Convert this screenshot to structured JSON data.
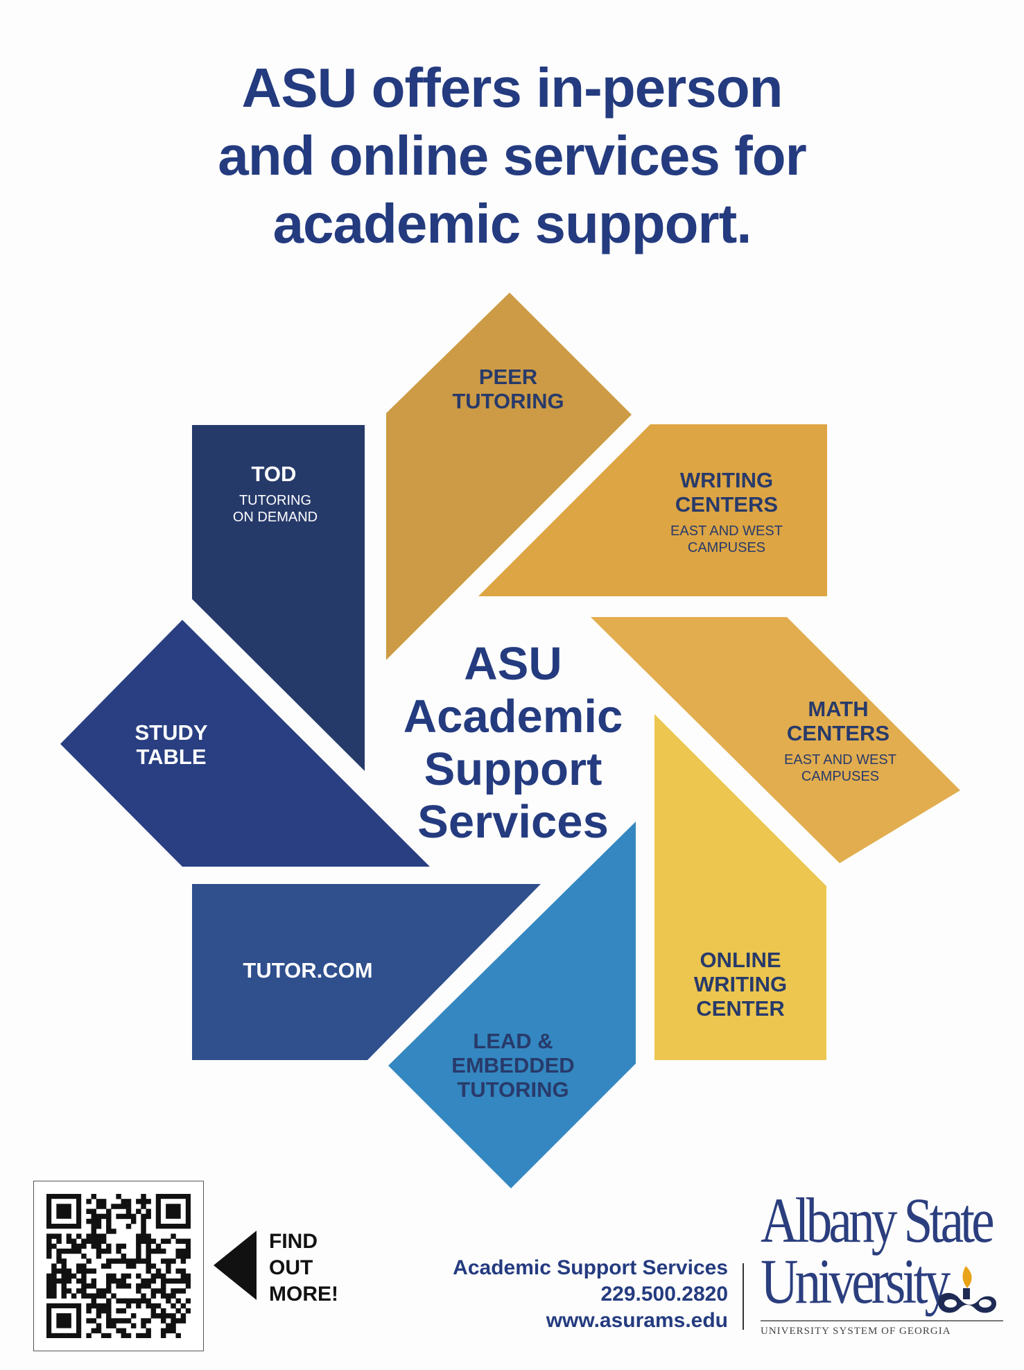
{
  "headline": {
    "line1": "ASU offers in-person",
    "line2": "and online services for",
    "line3": "academic support."
  },
  "center": {
    "line1": "ASU",
    "line2": "Academic",
    "line3": "Support",
    "line4": "Services"
  },
  "segments": {
    "peer_tutoring": {
      "title1": "PEER",
      "title2": "TUTORING",
      "color": "#cd9b45"
    },
    "writing_centers": {
      "title1": "WRITING",
      "title2": "CENTERS",
      "sub1": "EAST AND WEST",
      "sub2": "CAMPUSES",
      "color": "#dda543"
    },
    "math_centers": {
      "title1": "MATH",
      "title2": "CENTERS",
      "sub1": "EAST AND WEST",
      "sub2": "CAMPUSES",
      "color": "#e2ad4e"
    },
    "online_writing_center": {
      "title1": "ONLINE",
      "title2": "WRITING",
      "title3": "CENTER",
      "color": "#ecc64e"
    },
    "lead_embedded": {
      "title1": "LEAD &",
      "title2": "EMBEDDED",
      "title3": "TUTORING",
      "color": "#3487c0"
    },
    "tutor_com": {
      "title1": "TUTOR.COM",
      "color": "#2f4f8d"
    },
    "study_table": {
      "title1": "STUDY",
      "title2": "TABLE",
      "color": "#293f82"
    },
    "tod": {
      "title1": "TOD",
      "sub1": "TUTORING",
      "sub2": "ON DEMAND",
      "color": "#263a6a"
    }
  },
  "colors": {
    "navy_text": "#243b7f",
    "dark_text": "#283a6a"
  },
  "find_more": {
    "line1": "FIND",
    "line2": "OUT",
    "line3": "MORE!"
  },
  "contact": {
    "name": "Academic Support Services",
    "phone": "229.500.2820",
    "website": "www.asurams.edu"
  },
  "logo": {
    "line1": "Albany State",
    "line2": "University",
    "system": "UNIVERSITY SYSTEM OF GEORGIA"
  }
}
